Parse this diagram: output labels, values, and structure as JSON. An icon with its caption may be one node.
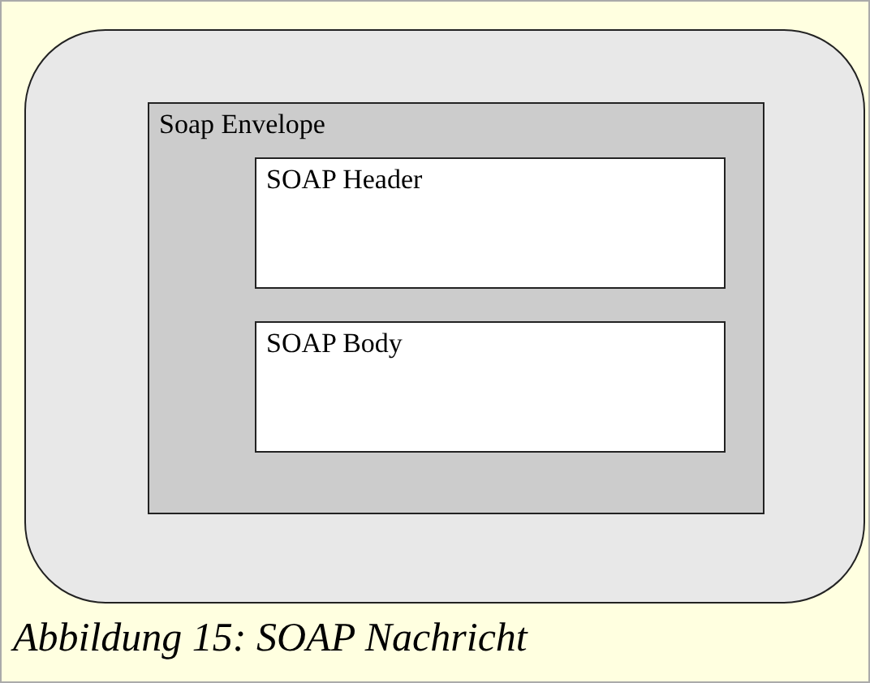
{
  "diagram": {
    "caption": "Abbildung 15: SOAP Nachricht",
    "nodes": [
      {
        "text": [],
        "shape": "box"
      },
      {
        "text": [
          "Soap Envelope"
        ],
        "in": 0
      },
      {
        "text": [
          "SOAP Header"
        ],
        "in": 1
      },
      {
        "text": [
          "SOAP Body"
        ],
        "in": 1
      }
    ]
  }
}
